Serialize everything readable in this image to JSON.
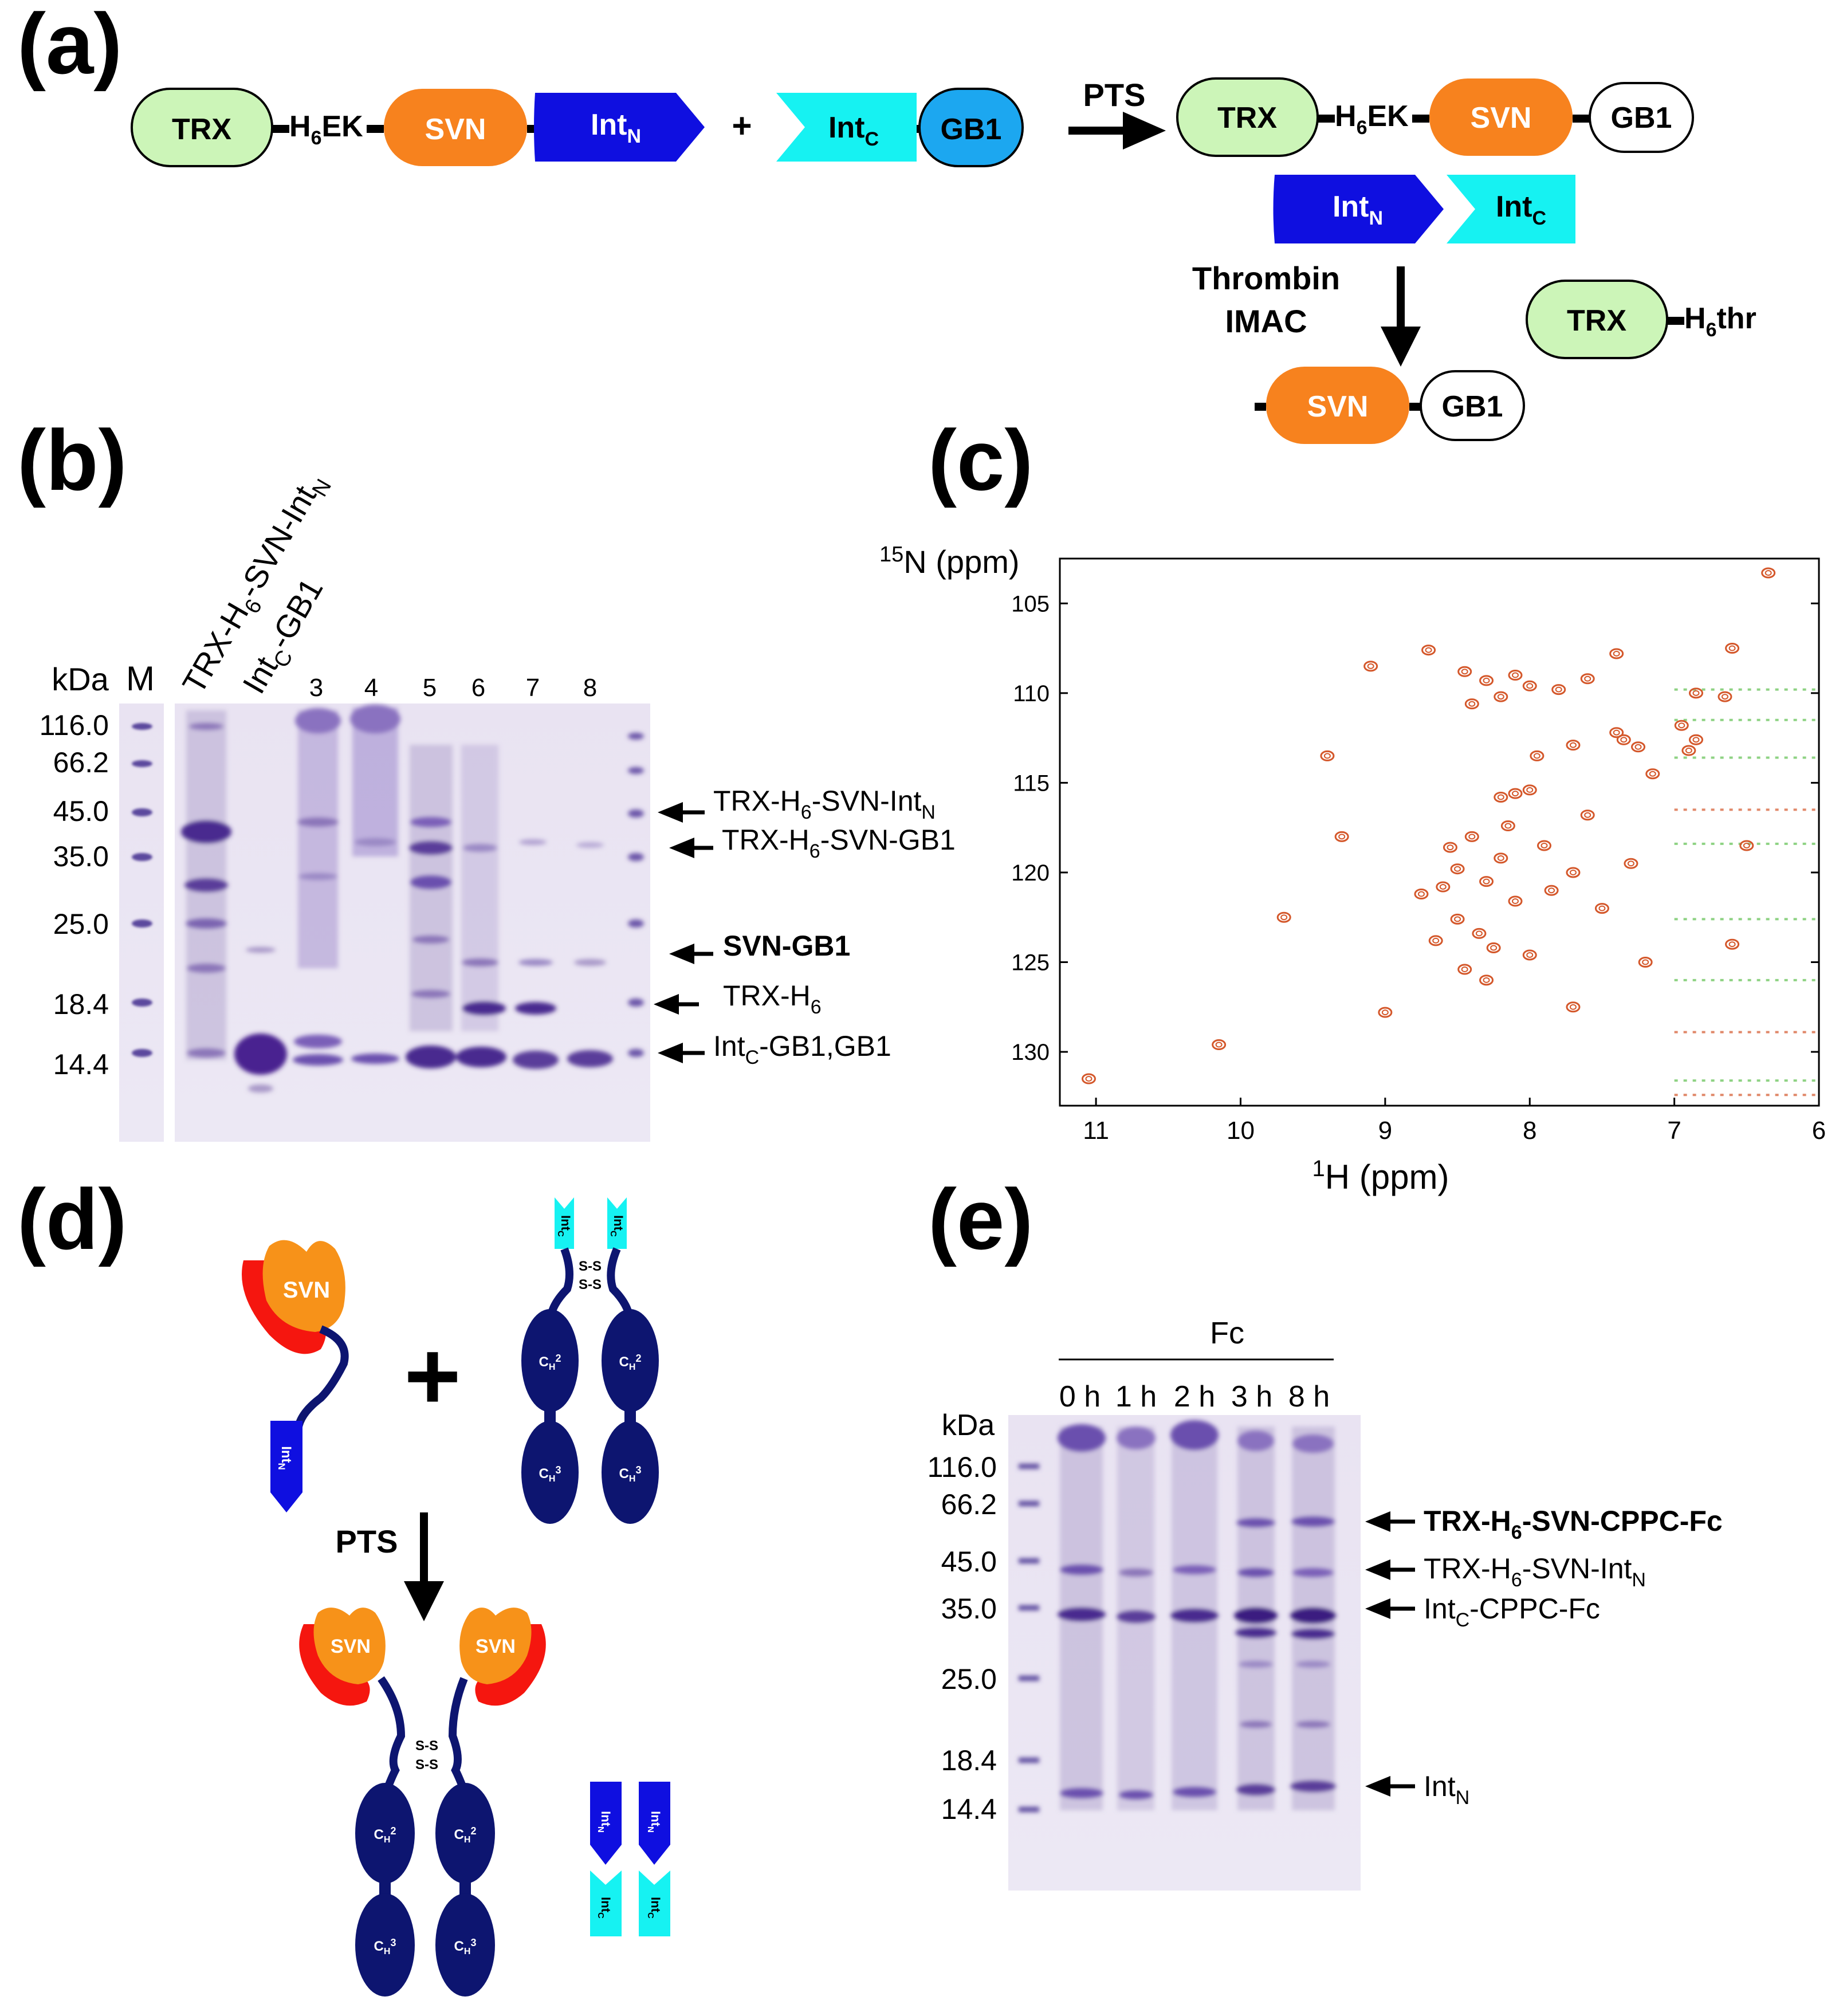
{
  "panel_labels": {
    "a": "(a)",
    "b": "(b)",
    "c": "(c)",
    "d": "(d)",
    "e": "(e)"
  },
  "panel_a": {
    "reactant1": {
      "trx": "TRX",
      "linker_h": "H",
      "linker_sub": "6",
      "linker_ek": "EK",
      "svn": "SVN",
      "int_n": "Int",
      "int_n_sub": "N"
    },
    "plus": "+",
    "reactant2": {
      "int_c": "Int",
      "int_c_sub": "C",
      "gb1": "GB1"
    },
    "pts": "PTS",
    "product": {
      "trx": "TRX",
      "linker_h": "H",
      "linker_sub": "6",
      "linker_ek": "EK",
      "svn": "SVN",
      "gb1": "GB1"
    },
    "byproduct": {
      "int_n": "Int",
      "int_n_sub": "N",
      "int_c": "Int",
      "int_c_sub": "C"
    },
    "step2": [
      "Thrombin",
      "IMAC"
    ],
    "trx_thr": {
      "trx": "TRX",
      "h": "H",
      "sub": "6",
      "thr": "thr"
    },
    "final": {
      "svn": "SVN",
      "gb1": "GB1"
    },
    "colors": {
      "trx": "#ccf5b8",
      "svn": "#f7821e",
      "int_n": "#0f0fe0",
      "int_c": "#16f2f2",
      "gb1_blue": "#1ca7f0"
    }
  },
  "panel_b": {
    "kda": "kDa",
    "marker_lane": "M",
    "lane_labels_rotated": [
      {
        "main": "TRX-H",
        "sub1": "6",
        "mid": "-SVN-Int",
        "sub2": "N"
      },
      {
        "main": "Int",
        "sub1": "C",
        "mid": "-GB1",
        "sub2": ""
      }
    ],
    "lane_numbers": [
      "3",
      "4",
      "5",
      "6",
      "7",
      "8"
    ],
    "mw_ladder": [
      "116.0",
      "66.2",
      "45.0",
      "35.0",
      "25.0",
      "18.4",
      "14.4"
    ],
    "band_labels": [
      {
        "text": "TRX-H",
        "sub": "6",
        "rest": "-SVN-Int",
        "sub2": "N",
        "bold": false
      },
      {
        "text": "TRX-H",
        "sub": "6",
        "rest": "-SVN-GB1",
        "sub2": "",
        "bold": false
      },
      {
        "text": "SVN-GB1",
        "sub": "",
        "rest": "",
        "sub2": "",
        "bold": true
      },
      {
        "text": "TRX-H",
        "sub": "6",
        "rest": "",
        "sub2": "",
        "bold": false
      },
      {
        "text": "Int",
        "sub": "C",
        "rest": "-GB1,GB1",
        "sub2": "",
        "bold": false
      }
    ]
  },
  "panel_c": {
    "y_label_sup": "15",
    "y_label": "N (ppm)",
    "x_label_sup": "1",
    "x_label": "H (ppm)",
    "chart_data": {
      "type": "scatter",
      "title": "",
      "xlabel": "1H (ppm)",
      "ylabel": "15N (ppm)",
      "xlim": [
        11.25,
        6.0
      ],
      "ylim": [
        102.5,
        133.0
      ],
      "x_ticks": [
        "11",
        "10",
        "9",
        "8",
        "7",
        "6"
      ],
      "y_ticks": [
        "105",
        "110",
        "115",
        "120",
        "125",
        "130"
      ],
      "series": [
        {
          "points": [
            [
              8.45,
              108.8
            ],
            [
              8.3,
              109.3
            ],
            [
              8.2,
              110.2
            ],
            [
              8.4,
              110.6
            ],
            [
              8.1,
              109.0
            ],
            [
              8.0,
              109.6
            ],
            [
              7.8,
              109.8
            ],
            [
              7.6,
              109.2
            ],
            [
              7.4,
              112.2
            ],
            [
              7.35,
              112.6
            ],
            [
              7.25,
              113.0
            ],
            [
              6.95,
              111.8
            ],
            [
              6.85,
              112.6
            ],
            [
              6.9,
              113.2
            ],
            [
              6.65,
              110.2
            ],
            [
              6.85,
              110.0
            ],
            [
              8.1,
              115.6
            ],
            [
              8.2,
              115.8
            ],
            [
              8.0,
              115.4
            ],
            [
              7.95,
              113.5
            ],
            [
              7.7,
              112.9
            ],
            [
              8.6,
              120.8
            ],
            [
              8.5,
              119.8
            ],
            [
              8.3,
              120.5
            ],
            [
              8.4,
              118.0
            ],
            [
              8.2,
              119.2
            ],
            [
              8.1,
              121.6
            ],
            [
              8.5,
              122.6
            ],
            [
              8.35,
              123.4
            ],
            [
              8.25,
              124.2
            ],
            [
              8.45,
              125.4
            ],
            [
              8.3,
              126.0
            ],
            [
              8.55,
              118.6
            ],
            [
              8.15,
              117.4
            ],
            [
              7.9,
              118.5
            ],
            [
              7.85,
              121.0
            ],
            [
              8.75,
              121.2
            ],
            [
              8.65,
              123.8
            ],
            [
              8.0,
              124.6
            ],
            [
              7.7,
              120.0
            ],
            [
              7.6,
              116.8
            ],
            [
              7.3,
              119.5
            ],
            [
              7.5,
              122.0
            ],
            [
              7.15,
              114.5
            ],
            [
              7.7,
              127.5
            ],
            [
              9.0,
              127.8
            ],
            [
              10.15,
              129.6
            ],
            [
              11.05,
              131.5
            ],
            [
              9.4,
              113.5
            ],
            [
              9.3,
              118.0
            ],
            [
              9.7,
              122.5
            ],
            [
              7.2,
              125.0
            ],
            [
              6.5,
              118.5
            ],
            [
              6.6,
              124.0
            ],
            [
              8.7,
              107.6
            ],
            [
              7.4,
              107.8
            ],
            [
              6.35,
              103.3
            ],
            [
              6.6,
              107.5
            ],
            [
              9.1,
              108.5
            ]
          ]
        }
      ]
    }
  },
  "panel_d": {
    "svn": "SVN",
    "int_n": "Int",
    "int_n_sub": "N",
    "int_c": "Int",
    "int_c_sub": "C",
    "plus": "+",
    "pts": "PTS",
    "disulfide": "S-S",
    "ch2": "C",
    "ch2_sub": "H",
    "ch2_num": "2",
    "ch3": "C",
    "ch3_sub": "H",
    "ch3_num": "3",
    "colors": {
      "svn_red": "#f5160f",
      "svn_orange": "#f79219",
      "domain_navy": "#0d1570",
      "int_n": "#0f0fe0",
      "int_c": "#16f2f2"
    }
  },
  "panel_e": {
    "fc": "Fc",
    "timepoints": [
      "0 h",
      "1 h",
      "2 h",
      "3 h",
      "8 h"
    ],
    "kda": "kDa",
    "mw_ladder": [
      "116.0",
      "66.2",
      "45.0",
      "35.0",
      "25.0",
      "18.4",
      "14.4"
    ],
    "band_labels": [
      {
        "text": "TRX-H",
        "sub": "6",
        "rest": "-SVN-CPPC-Fc",
        "sub2": "",
        "bold": true
      },
      {
        "text": "TRX-H",
        "sub": "6",
        "rest": "-SVN-Int",
        "sub2": "N",
        "bold": false
      },
      {
        "text": "Int",
        "sub": "C",
        "rest": "-CPPC-Fc",
        "sub2": "",
        "bold": false
      },
      {
        "text": "Int",
        "sub": "N",
        "rest": "",
        "sub2": "",
        "bold": false
      }
    ]
  }
}
